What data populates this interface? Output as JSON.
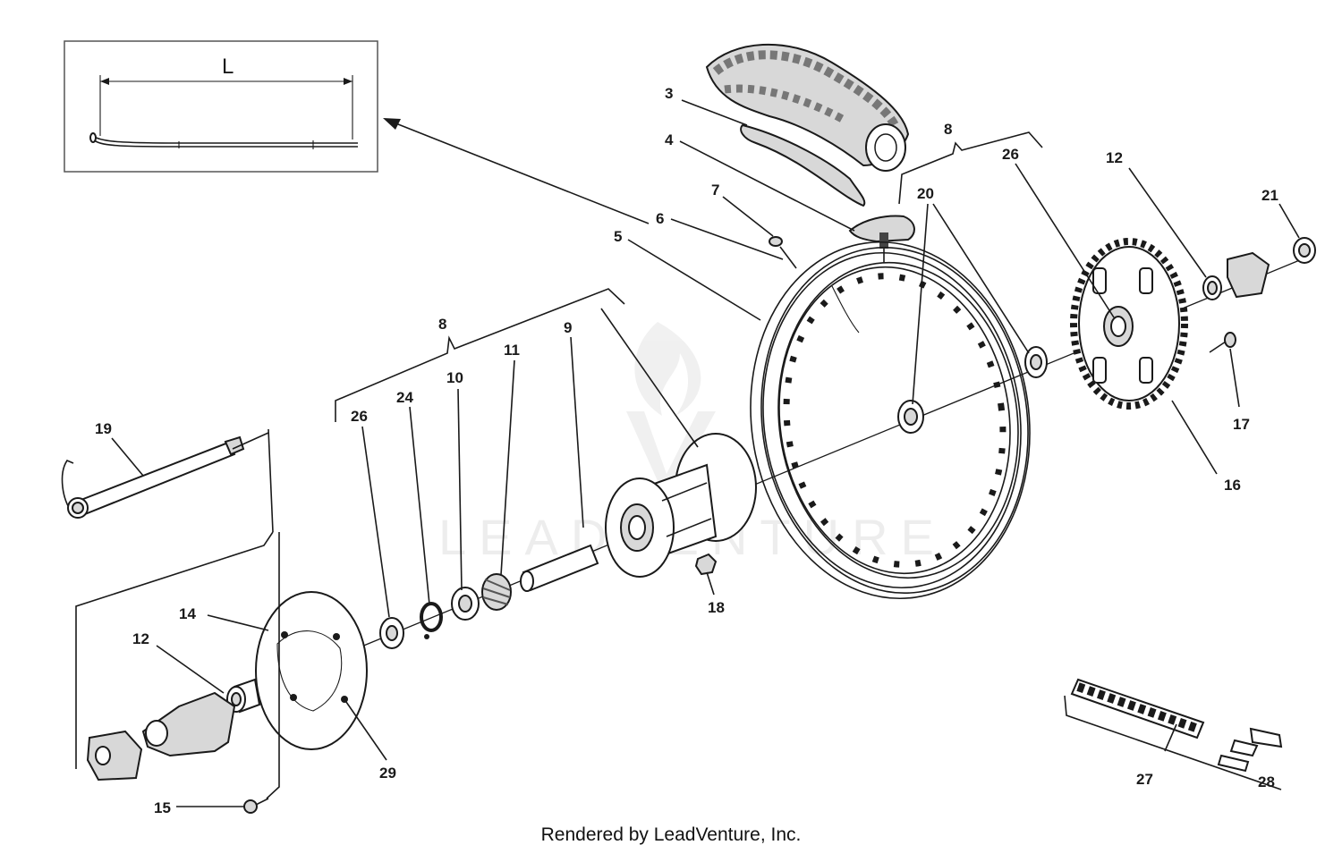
{
  "inset": {
    "dimension_label": "L"
  },
  "watermark": {
    "text": "LEADVENTURE"
  },
  "callouts": {
    "c3": "3",
    "c4": "4",
    "c6": "6",
    "c5": "5",
    "c7": "7",
    "c8_top": "8",
    "c26_top": "26",
    "c20": "20",
    "c12_top": "12",
    "c21": "21",
    "c17": "17",
    "c16": "16",
    "c8_left": "8",
    "c9": "9",
    "c11": "11",
    "c10": "10",
    "c24": "24",
    "c26_left": "26",
    "c19": "19",
    "c18": "18",
    "c14": "14",
    "c12_left": "12",
    "c29": "29",
    "c15": "15",
    "c27": "27",
    "c28": "28"
  },
  "footer": {
    "text": "Rendered by LeadVenture, Inc."
  }
}
